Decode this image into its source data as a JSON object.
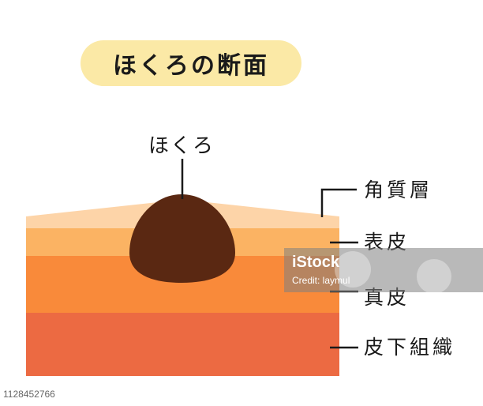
{
  "title": "ほくろの断面",
  "mole_label": "ほくろ",
  "layers": {
    "stratum_corneum": "角質層",
    "epidermis": "表皮",
    "dermis": "真皮",
    "subcutis": "皮下組織"
  },
  "watermark": {
    "brand": "iStock",
    "credit": "Credit: laymul"
  },
  "stock_id": "1128452766",
  "colors": {
    "title_bg": "#fbe9a6",
    "stratum_corneum": "#fdd4a8",
    "epidermis": "#fbb363",
    "dermis": "#f98a3a",
    "subcutis": "#ec6a42",
    "mole": "#5a2812"
  }
}
